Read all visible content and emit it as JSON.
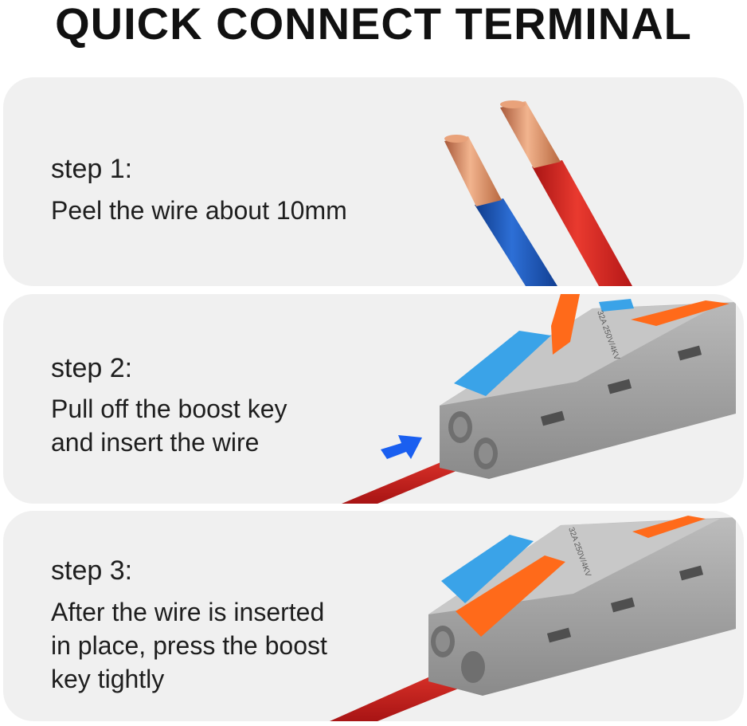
{
  "title": "QUICK CONNECT TERMINAL",
  "steps": [
    {
      "label": "step 1:",
      "text": "Peel the wire about 10mm"
    },
    {
      "label": "step 2:",
      "text": "Pull off the boost key\nand insert the wire"
    },
    {
      "label": "step 3:",
      "text": "After the wire is inserted\nin place, press the boost\nkey tightly"
    }
  ],
  "connector_marking": "32A 250V/4KV",
  "colors": {
    "panel": "#f0f0f0",
    "wire_red": "#d42020",
    "wire_blue": "#1d56b8",
    "copper": "#d4895a",
    "housing": "#9a9a9a",
    "lever_blue": "#3aa3e8",
    "lever_orange": "#ff6a1a",
    "arrow_blue": "#1a5ff0"
  }
}
